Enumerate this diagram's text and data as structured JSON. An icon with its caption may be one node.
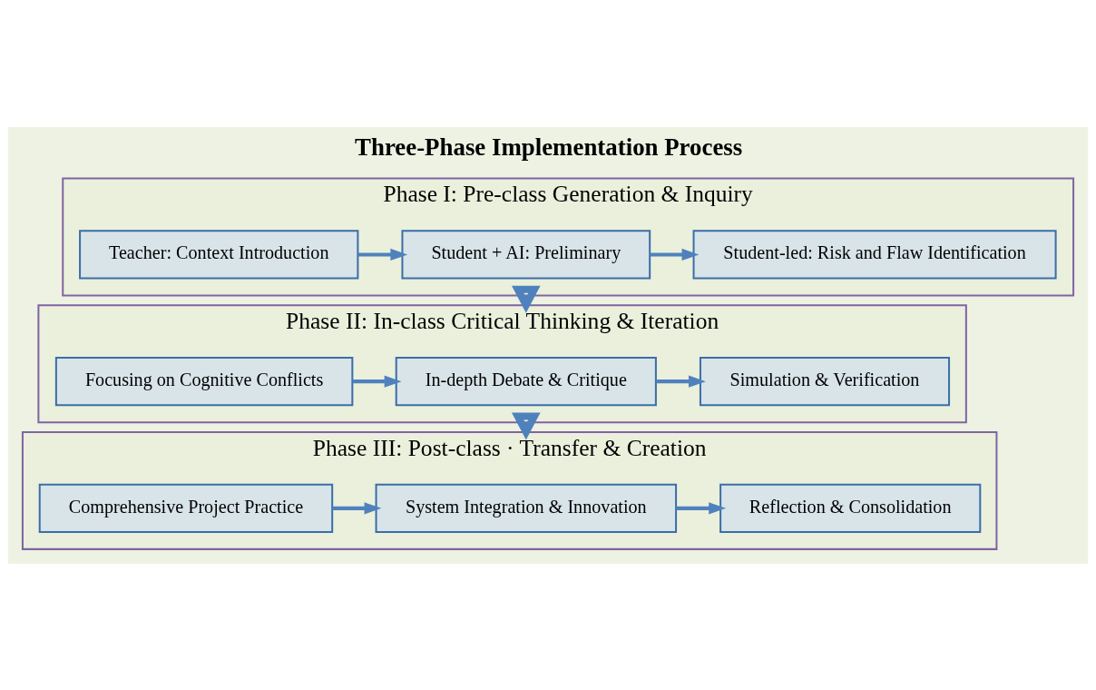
{
  "diagram": {
    "title": "Three-Phase Implementation Process",
    "nodes": [
      {
        "text": [
          "Phase I: Pre-class Generation & Inquiry"
        ]
      },
      {
        "text": [
          "Teacher: Context Introduction"
        ],
        "in": 0
      },
      {
        "text": [
          "Student + AI: Preliminary"
        ],
        "in": 0
      },
      {
        "text": [
          "Student-led: Risk and Flaw Identification"
        ],
        "in": 0
      },
      {
        "text": [
          "Phase II: In-class Critical Thinking & Iteration"
        ]
      },
      {
        "text": [
          "Focusing on Cognitive Conflicts"
        ],
        "in": 4
      },
      {
        "text": [
          "In-depth Debate & Critique"
        ],
        "in": 4
      },
      {
        "text": [
          "Simulation & Verification"
        ],
        "in": 4
      },
      {
        "text": [
          "Phase III: Post-class · Transfer & Creation"
        ]
      },
      {
        "text": [
          "Comprehensive Project Practice"
        ],
        "in": 8
      },
      {
        "text": [
          "System Integration & Innovation"
        ],
        "in": 8
      },
      {
        "text": [
          "Reflection & Consolidation"
        ],
        "in": 8
      }
    ],
    "edges": [
      {
        "from": 1,
        "to": 2,
        "arrow": "to"
      },
      {
        "from": 2,
        "to": 3,
        "arrow": "to"
      },
      {
        "from": 0,
        "to": 4,
        "arrow": "to",
        "style": "thick"
      },
      {
        "from": 5,
        "to": 6,
        "arrow": "to"
      },
      {
        "from": 6,
        "to": 7,
        "arrow": "to"
      },
      {
        "from": 4,
        "to": 8,
        "arrow": "to",
        "style": "thick"
      },
      {
        "from": 9,
        "to": 10,
        "arrow": "to"
      },
      {
        "from": 10,
        "to": 11,
        "arrow": "to"
      }
    ]
  }
}
